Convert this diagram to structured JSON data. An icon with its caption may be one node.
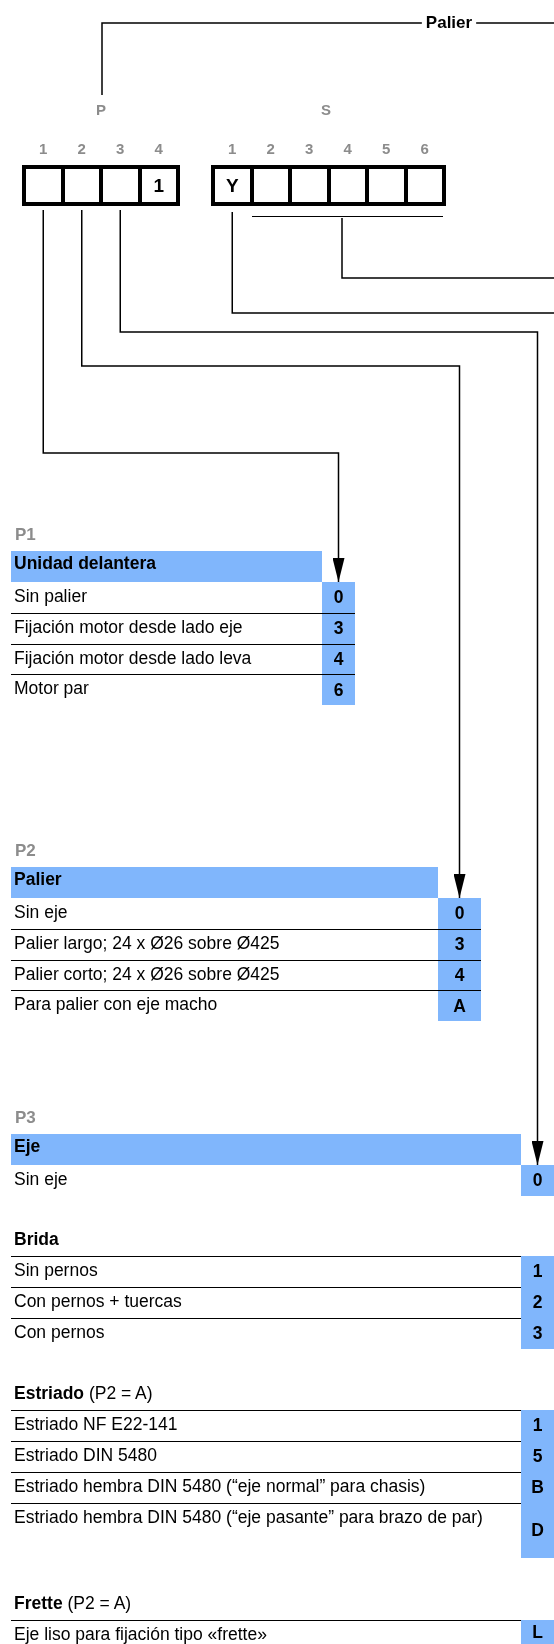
{
  "diagram": {
    "nodes": [
      {
        "text": [
          "Palier"
        ]
      },
      {
        "text": [
          "P"
        ]
      },
      {
        "text": [
          "S"
        ]
      },
      {
        "text": [],
        "shape": "box",
        "beside": [
          "1"
        ]
      },
      {
        "text": [],
        "shape": "box",
        "beside": [
          "2"
        ]
      },
      {
        "text": [],
        "shape": "box",
        "beside": [
          "3"
        ]
      },
      {
        "text": [
          "1"
        ],
        "beside": [
          "4"
        ]
      },
      {
        "text": [
          "Y"
        ],
        "beside": [
          "1"
        ]
      },
      {
        "text": [],
        "shape": "box",
        "beside": [
          "2"
        ]
      },
      {
        "text": [],
        "shape": "box",
        "beside": [
          "3"
        ]
      },
      {
        "text": [],
        "shape": "box",
        "beside": [
          "4"
        ]
      },
      {
        "text": [],
        "shape": "box",
        "beside": [
          "5"
        ]
      },
      {
        "text": [],
        "shape": "box",
        "beside": [
          "6"
        ]
      },
      {
        "text": [],
        "shape": "bar"
      },
      {
        "text": [
          "Unidad delantera",
          "Sin palier",
          "Fijación motor desde lado eje",
          "Fijación motor desde lado leva",
          "Motor par"
        ],
        "beside": [
          "P1"
        ]
      },
      {
        "text": [
          "0"
        ]
      },
      {
        "text": [
          "3"
        ]
      },
      {
        "text": [
          "4"
        ]
      },
      {
        "text": [
          "6"
        ]
      },
      {
        "text": [
          "Palier",
          "Sin eje",
          "Palier largo; 24 x Ø26 sobre Ø425",
          "Palier corto; 24 x Ø26 sobre Ø425",
          "Para palier con eje macho"
        ],
        "beside": [
          "P2"
        ]
      },
      {
        "text": [
          "0"
        ]
      },
      {
        "text": [
          "3"
        ]
      },
      {
        "text": [
          "4"
        ]
      },
      {
        "text": [
          "A"
        ]
      },
      {
        "text": [
          "Eje",
          "Sin eje"
        ],
        "beside": [
          "P3"
        ]
      },
      {
        "text": [
          "0"
        ]
      },
      {
        "text": [
          "1"
        ]
      },
      {
        "text": [
          "2"
        ]
      },
      {
        "text": [
          "3"
        ]
      },
      {
        "text": [
          "1"
        ]
      },
      {
        "text": [
          "5"
        ]
      },
      {
        "text": [
          "B"
        ]
      },
      {
        "text": [
          "D"
        ]
      },
      {
        "text": [
          "L"
        ]
      }
    ],
    "edges": [
      {
        "from": 0,
        "to": 1,
        "arrow": "none"
      },
      {
        "from": 0,
        "to": null,
        "arrow": "none"
      },
      {
        "from": 3,
        "to": 15,
        "arrow": "to"
      },
      {
        "from": 4,
        "to": 20,
        "arrow": "to"
      },
      {
        "from": 5,
        "to": 25,
        "arrow": "to"
      },
      {
        "from": 7,
        "to": null,
        "arrow": "none"
      },
      {
        "from": 13,
        "to": null,
        "arrow": "none"
      }
    ],
    "labels": [
      "Brida",
      "Sin pernos",
      "Con pernos + tuercas",
      "Con pernos",
      "**Estriado** (P2 = A)",
      "Estriado NF E22-141",
      "Estriado DIN 5480",
      "Estriado hembra DIN 5480 (“eje normal” para chasis)",
      "Estriado hembra DIN 5480 (“eje pasante” para brazo de par)",
      "**Frette** (P2 = A)",
      "Eje liso para fijación tipo «frette»"
    ]
  }
}
